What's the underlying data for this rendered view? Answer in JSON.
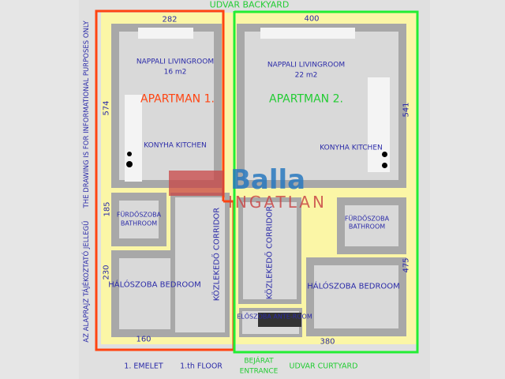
{
  "top_label": "UDVAR   BACKYARD",
  "side_note_hu": "AZ ALAPRAJZ TÁJÉKOZTATÓ JELLEGŰ",
  "side_note_en": "THE DRAWING IS FOR INFORMATIONAL PURPOSES ONLY",
  "apartment1": {
    "title": "APARTMAN 1.",
    "living": "NAPPALI  LIVINGROOM",
    "living_area": "16 m2",
    "kitchen": "KONYHA KITCHEN",
    "bath_hu": "FÜRDŐSZOBA",
    "bath_en": "BATHROOM",
    "bedroom": "HÁLÓSZOBA  BEDROOM",
    "corridor": "KÖZLEKEDŐ  CORRIDOR",
    "dims": {
      "top": "282",
      "left": "574",
      "bath": "185",
      "bed": "230",
      "bottom": "160"
    }
  },
  "apartment2": {
    "title": "APARTMAN 2.",
    "living": "NAPPALI  LIVINGROOM",
    "living_area": "22 m2",
    "kitchen": "KONYHA KITCHEN",
    "bath_hu": "FÜRDŐSZOBA",
    "bath_en": "BATHROOM",
    "bedroom": "HÁLÓSZOBA  BEDROOM",
    "corridor": "KÖZLEKEDŐ  CORRIDOR",
    "anteroom": "ELŐSZOBA ANTE-ROOM",
    "dims": {
      "top": "400",
      "right": "541",
      "right_lower": "475",
      "bottom": "380"
    }
  },
  "logo": {
    "name": "Balla",
    "sub": "INGATLAN"
  },
  "footer": {
    "floor_hu": "1. EMELET",
    "floor_en": "1.th FLOOR",
    "entrance_hu": "BEJÁRAT",
    "entrance_en": "ENTRANCE",
    "courtyard": "UDVAR CURTYARD"
  },
  "colors": {
    "apt1": "#ff4411",
    "apt2": "#22cc33",
    "wall": "#fbf6a6",
    "text": "#2a2aa8"
  }
}
